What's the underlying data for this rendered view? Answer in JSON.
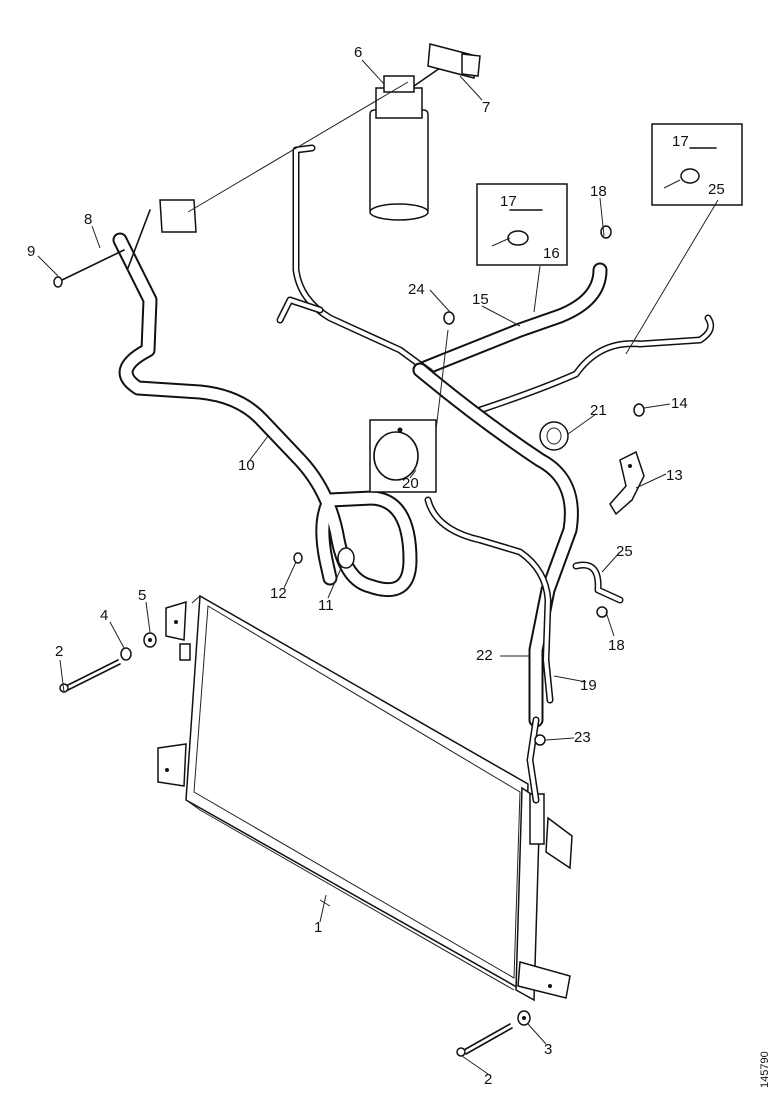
{
  "callouts": [
    {
      "id": "c1",
      "text": "1"
    },
    {
      "id": "c2a",
      "text": "2"
    },
    {
      "id": "c2b",
      "text": "2"
    },
    {
      "id": "c3",
      "text": "3"
    },
    {
      "id": "c4",
      "text": "4"
    },
    {
      "id": "c5",
      "text": "5"
    },
    {
      "id": "c6",
      "text": "6"
    },
    {
      "id": "c7",
      "text": "7"
    },
    {
      "id": "c8",
      "text": "8"
    },
    {
      "id": "c9",
      "text": "9"
    },
    {
      "id": "c10",
      "text": "10"
    },
    {
      "id": "c11",
      "text": "11"
    },
    {
      "id": "c12",
      "text": "12"
    },
    {
      "id": "c13",
      "text": "13"
    },
    {
      "id": "c14",
      "text": "14"
    },
    {
      "id": "c15",
      "text": "15"
    },
    {
      "id": "c16",
      "text": "16"
    },
    {
      "id": "c17a",
      "text": "17"
    },
    {
      "id": "c17b",
      "text": "17"
    },
    {
      "id": "c18a",
      "text": "18"
    },
    {
      "id": "c18b",
      "text": "18"
    },
    {
      "id": "c19",
      "text": "19"
    },
    {
      "id": "c20",
      "text": "20"
    },
    {
      "id": "c21",
      "text": "21"
    },
    {
      "id": "c22",
      "text": "22"
    },
    {
      "id": "c23",
      "text": "23"
    },
    {
      "id": "c24",
      "text": "24"
    },
    {
      "id": "c25a",
      "text": "25"
    },
    {
      "id": "c25b",
      "text": "25"
    }
  ],
  "figure_ref": "145790"
}
